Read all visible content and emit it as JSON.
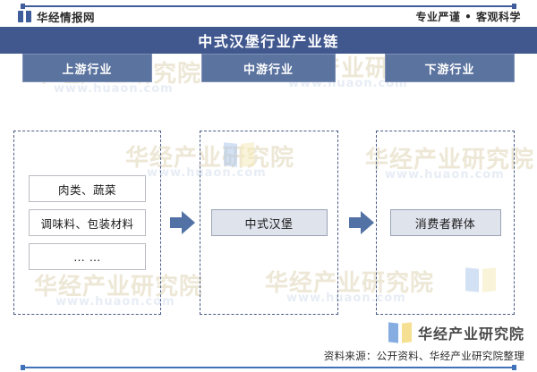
{
  "header": {
    "brand_icon": "book-logo-icon",
    "brand_name": "华经情报网",
    "tagline": "专业严谨 • 客观科学"
  },
  "title_band": {
    "title": "中式汉堡行业产业链",
    "background": "#41588f",
    "text_color": "#ffffff"
  },
  "chain": {
    "arrow_color": "#5272a5",
    "columns": [
      {
        "key": "upstream",
        "header": "上游行业",
        "items": [
          {
            "label": "肉类、蔬菜",
            "style": "plain"
          },
          {
            "label": "调味料、包装材料",
            "style": "plain"
          },
          {
            "label": "… …",
            "style": "plain"
          }
        ]
      },
      {
        "key": "midstream",
        "header": "中游行业",
        "items": [
          {
            "label": "中式汉堡",
            "style": "fill"
          }
        ]
      },
      {
        "key": "downstream",
        "header": "下游行业",
        "items": [
          {
            "label": "消费者群体",
            "style": "fill"
          }
        ]
      }
    ],
    "arrows": [
      {
        "name": "arrow-upstream-to-midstream"
      },
      {
        "name": "arrow-midstream-to-downstream"
      }
    ]
  },
  "footer": {
    "logo_icon": "open-book-icon",
    "logo_text": "华经产业研究院",
    "source": "资料来源：公开资料、华经产业研究院整理",
    "rule_color": "#3f72b8"
  },
  "watermarks": {
    "text": "华经产业研究院",
    "url": "www.huaon.com",
    "color": "#e8dfc9"
  }
}
